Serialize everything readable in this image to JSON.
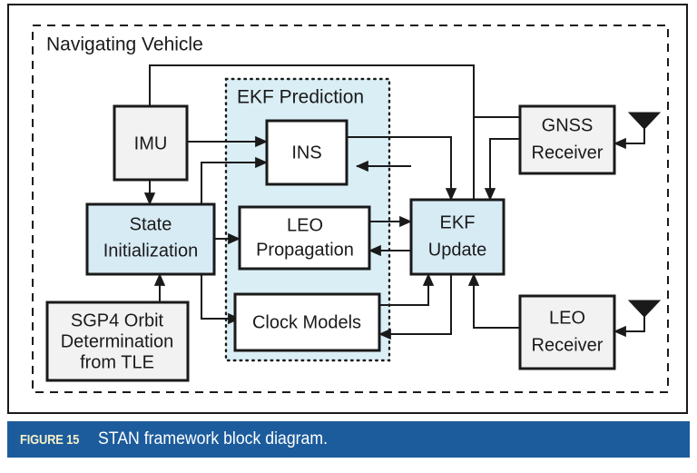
{
  "caption": {
    "label": "FIGURE 15",
    "text": "STAN framework block diagram."
  },
  "diagram": {
    "title": "STAN framework block diagram",
    "groups": [
      {
        "id": "navigating-vehicle",
        "label": "Navigating Vehicle",
        "border": "dashed",
        "fill": "none"
      },
      {
        "id": "ekf-prediction",
        "label": "EKF Prediction",
        "border": "dotted",
        "fill": "#daeef5"
      }
    ],
    "blocks": [
      {
        "id": "imu",
        "label": "IMU",
        "fill": "#f2f2f2"
      },
      {
        "id": "state-initialization",
        "label_line1": "State",
        "label_line2": "Initialization",
        "fill": "#d7ebf5"
      },
      {
        "id": "sgp4",
        "label_line1": "SGP4 Orbit",
        "label_line2": "Determination",
        "label_line3": "from TLE",
        "fill": "#f2f2f2"
      },
      {
        "id": "ins",
        "label": "INS",
        "fill": "#ffffff"
      },
      {
        "id": "leo-propagation",
        "label_line1": "LEO",
        "label_line2": "Propagation",
        "fill": "#ffffff"
      },
      {
        "id": "clock-models",
        "label": "Clock Models",
        "fill": "#ffffff"
      },
      {
        "id": "ekf-update",
        "label_line1": "EKF",
        "label_line2": "Update",
        "fill": "#d7ebf5"
      },
      {
        "id": "gnss-receiver",
        "label_line1": "GNSS",
        "label_line2": "Receiver",
        "fill": "#f2f2f2"
      },
      {
        "id": "leo-receiver",
        "label_line1": "LEO",
        "label_line2": "Receiver",
        "fill": "#f2f2f2"
      }
    ],
    "antennas": [
      {
        "id": "gnss-antenna",
        "attached_to": "gnss-receiver"
      },
      {
        "id": "leo-antenna",
        "attached_to": "leo-receiver"
      }
    ],
    "connections": [
      {
        "from": "ekf-update",
        "to": "state-initialization"
      },
      {
        "from": "imu",
        "to": "ins"
      },
      {
        "from": "state-initialization",
        "to": "ins"
      },
      {
        "from": "ekf-update",
        "to": "ins"
      },
      {
        "from": "ins",
        "to": "ekf-update"
      },
      {
        "from": "state-initialization",
        "to": "leo-propagation"
      },
      {
        "from": "state-initialization",
        "to": "clock-models"
      },
      {
        "from": "leo-propagation",
        "to": "ekf-update"
      },
      {
        "from": "ekf-update",
        "to": "leo-propagation"
      },
      {
        "from": "clock-models",
        "to": "ekf-update"
      },
      {
        "from": "ekf-update",
        "to": "clock-models"
      },
      {
        "from": "sgp4",
        "to": "state-initialization"
      },
      {
        "from": "gnss-receiver",
        "to": "ekf-update"
      },
      {
        "from": "leo-receiver",
        "to": "ekf-update"
      },
      {
        "from": "gnss-antenna",
        "to": "gnss-receiver"
      },
      {
        "from": "leo-antenna",
        "to": "leo-receiver"
      }
    ],
    "colors": {
      "stroke": "#1a1a1a",
      "group_fill": "#daeef5",
      "block_blue": "#d7ebf5",
      "block_gray": "#f2f2f2",
      "block_white": "#ffffff",
      "caption_bar": "#1c5c9c",
      "caption_label": "#f5f0c8"
    }
  }
}
